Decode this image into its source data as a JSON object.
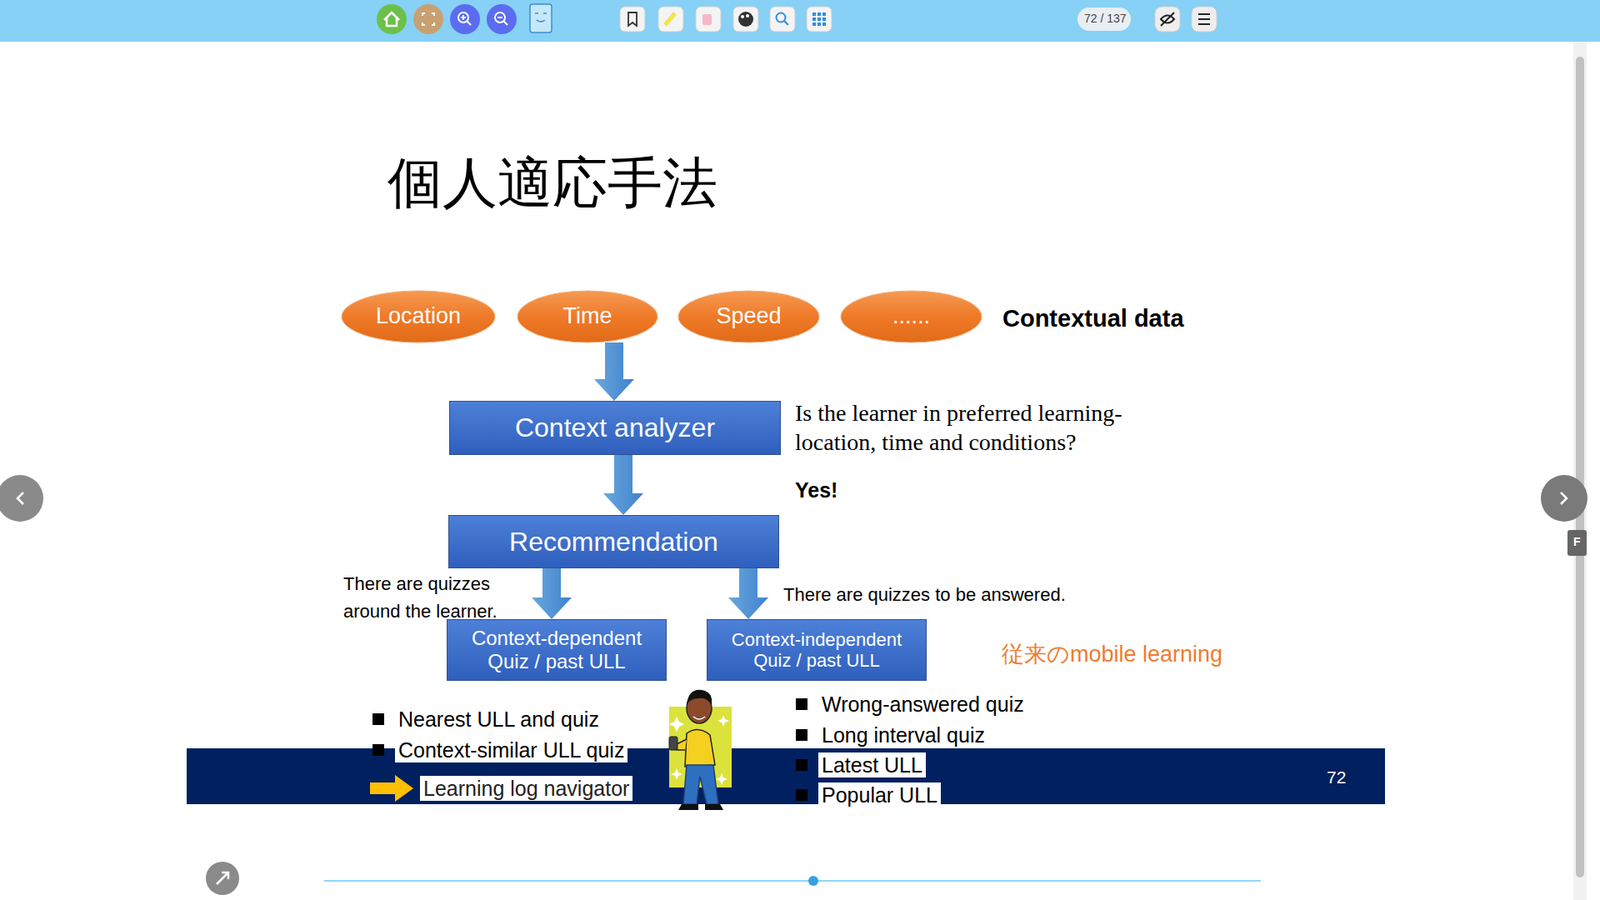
{
  "diagram": {
    "title": "個人適応手法",
    "nodes": [
      {
        "text": [
          "Location"
        ]
      },
      {
        "text": [
          "Time"
        ]
      },
      {
        "text": [
          "Speed"
        ]
      },
      {
        "text": [
          "......"
        ]
      },
      {
        "text": [
          "Context analyzer"
        ]
      },
      {
        "text": [
          "Recommendation"
        ]
      },
      {
        "text": [
          "Context-dependent Quiz / past ULL"
        ]
      },
      {
        "text": [
          "Context-independent Quiz / past ULL"
        ]
      }
    ],
    "edges": [
      {
        "from": 1,
        "to": 4,
        "arrow": "to"
      },
      {
        "from": 4,
        "to": 5,
        "arrow": "to"
      },
      {
        "from": 5,
        "to": 6,
        "arrow": "to"
      },
      {
        "from": 5,
        "to": 7,
        "arrow": "to"
      }
    ],
    "labels": [
      "72 / 137",
      "F",
      "Contextual data",
      "Is the learner in preferred learning-location, time and conditions?",
      "Yes!",
      "There are quizzes around the learner.",
      "There are quizzes to be answered.",
      "従来のmobile learning",
      "Nearest ULL and quiz",
      "Context-similar ULL quiz",
      "Learning log navigator",
      "Wrong-answered quiz",
      "Long interval quiz",
      "Latest ULL",
      "Popular ULL",
      "72"
    ]
  }
}
